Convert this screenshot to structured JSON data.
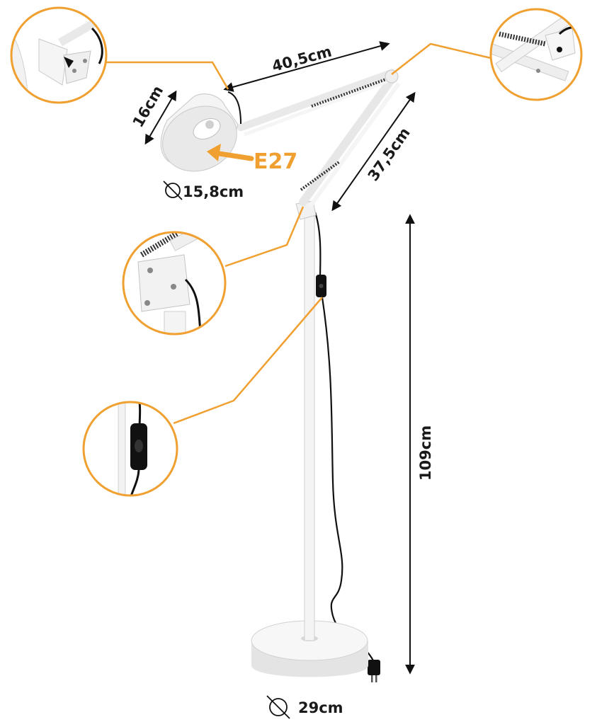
{
  "accent_color": "#f0a030",
  "dimensions": {
    "arm_upper_length": "40,5cm",
    "arm_lower_length": "37,5cm",
    "shade_height": "16cm",
    "shade_diameter": "15,8cm",
    "lamp_height": "109cm",
    "base_diameter": "29cm"
  },
  "socket_type": "E27",
  "icons": {
    "diameter_symbol": "diameter-icon"
  },
  "callouts": [
    {
      "name": "shade-hinge-detail"
    },
    {
      "name": "spring-hinge-detail"
    },
    {
      "name": "base-joint-detail"
    },
    {
      "name": "cord-switch-detail"
    }
  ]
}
